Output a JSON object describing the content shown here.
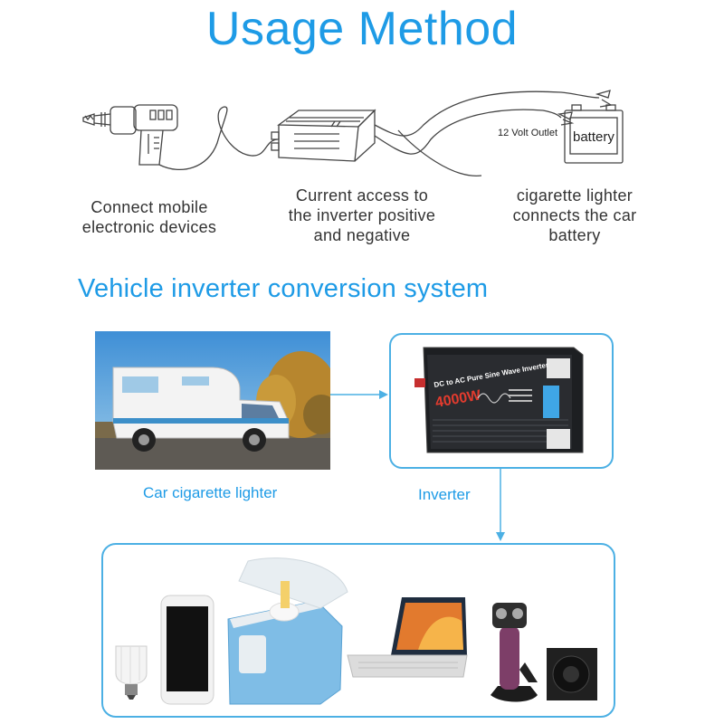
{
  "header": {
    "title": "Usage Method"
  },
  "usage_diagram": {
    "outlet_label": "12 Volt Outlet",
    "battery_label": "battery",
    "steps": [
      {
        "caption_lines": [
          "Connect mobile",
          "electronic devices"
        ]
      },
      {
        "caption_lines": [
          "Current access to",
          "the inverter positive",
          "and negative"
        ]
      },
      {
        "caption_lines": [
          "cigarette lighter",
          "connects the car",
          "battery"
        ]
      }
    ]
  },
  "system": {
    "title": "Vehicle inverter conversion system",
    "source_caption": "Car cigarette lighter",
    "inverter_caption": "Inverter",
    "inverter_printed": {
      "heading": "DC to AC Pure Sine Wave Inverter",
      "power": "4000W"
    }
  },
  "devices": {
    "items": [
      "led-bulb",
      "smartphone",
      "car-cooler-box",
      "laptop",
      "electric-shaver",
      "subwoofer-speaker"
    ]
  },
  "colors": {
    "accent": "#1e9be6",
    "frame": "#4cb0e4",
    "text": "#333333"
  }
}
